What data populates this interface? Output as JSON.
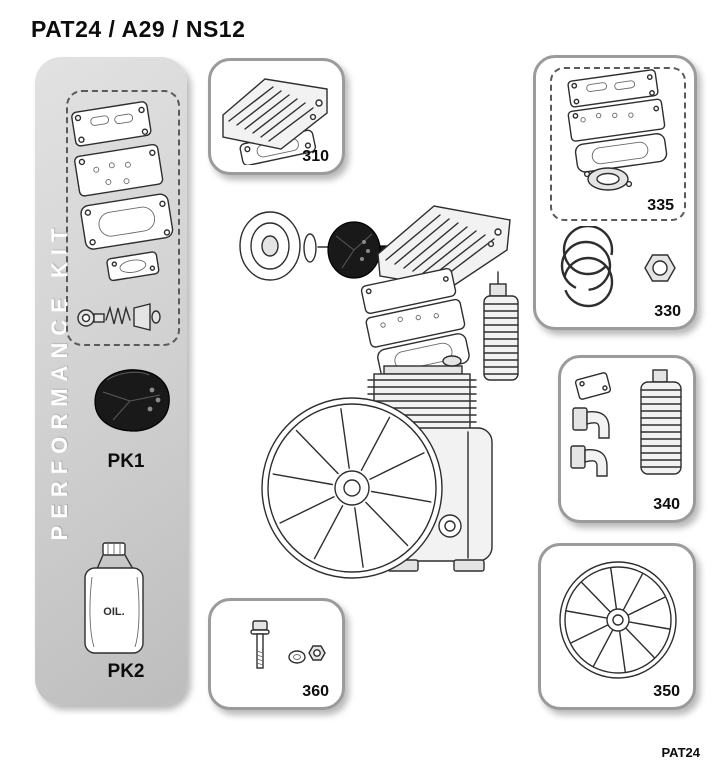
{
  "title": "PAT24 / A29 / NS12",
  "footer_code": "PAT24",
  "colors": {
    "panel_gray": "#cfcfcf",
    "box_border_gray": "#9b9b9b",
    "line_ink": "#2e2e2e"
  },
  "performance_kit": {
    "label": "PERFORMANCE KIT",
    "pk1_label": "PK1",
    "pk2_label": "PK2",
    "oil_label": "OIL."
  },
  "part_boxes": {
    "head": {
      "number": "310"
    },
    "gasket_set": {
      "number": "335"
    },
    "rings": {
      "number": "330"
    },
    "cooler": {
      "number": "340"
    },
    "flywheel": {
      "number": "350"
    },
    "hardware": {
      "number": "360"
    }
  },
  "illustrations": {
    "box_310": "cylinder-head-with-gasket-icon",
    "box_335": "head-gasket-set-icon",
    "box_330": "piston-rings-and-nut-icon",
    "box_340": "aftercooler-and-elbow-fittings-icon",
    "box_350": "flywheel-icon",
    "box_360": "bolt-washer-nut-icon",
    "pk1": "filter-cover-icon",
    "pk2": "oil-bottle-icon",
    "main": "compressor-pump-exploded-view-icon"
  }
}
